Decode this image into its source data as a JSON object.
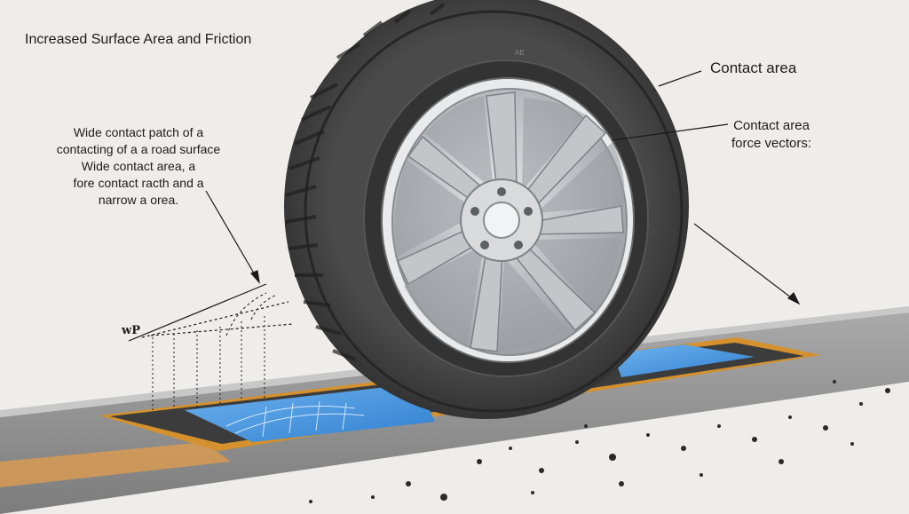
{
  "diagram": {
    "title": "Increased Surface Area and Friction",
    "left_annotation": {
      "lines": [
        "Wide contact patch of a",
        "contacting of a a road surface",
        "Wide contact area, a",
        "fore contact racth and a",
        "narrow a orea."
      ]
    },
    "right_labels": {
      "contact_area": "Contact  area",
      "vectors": [
        "Contact  area",
        "force vectors:"
      ]
    },
    "small_label": "wP",
    "tire_mark": "AE",
    "colors": {
      "background": "#efedea",
      "tire": "#3a3a3a",
      "rim": "#b9bcbf",
      "contact_patch_blue": "#3f8fd8",
      "patch_border_orange": "#d4912e",
      "asphalt": "#8d8d8d"
    }
  }
}
